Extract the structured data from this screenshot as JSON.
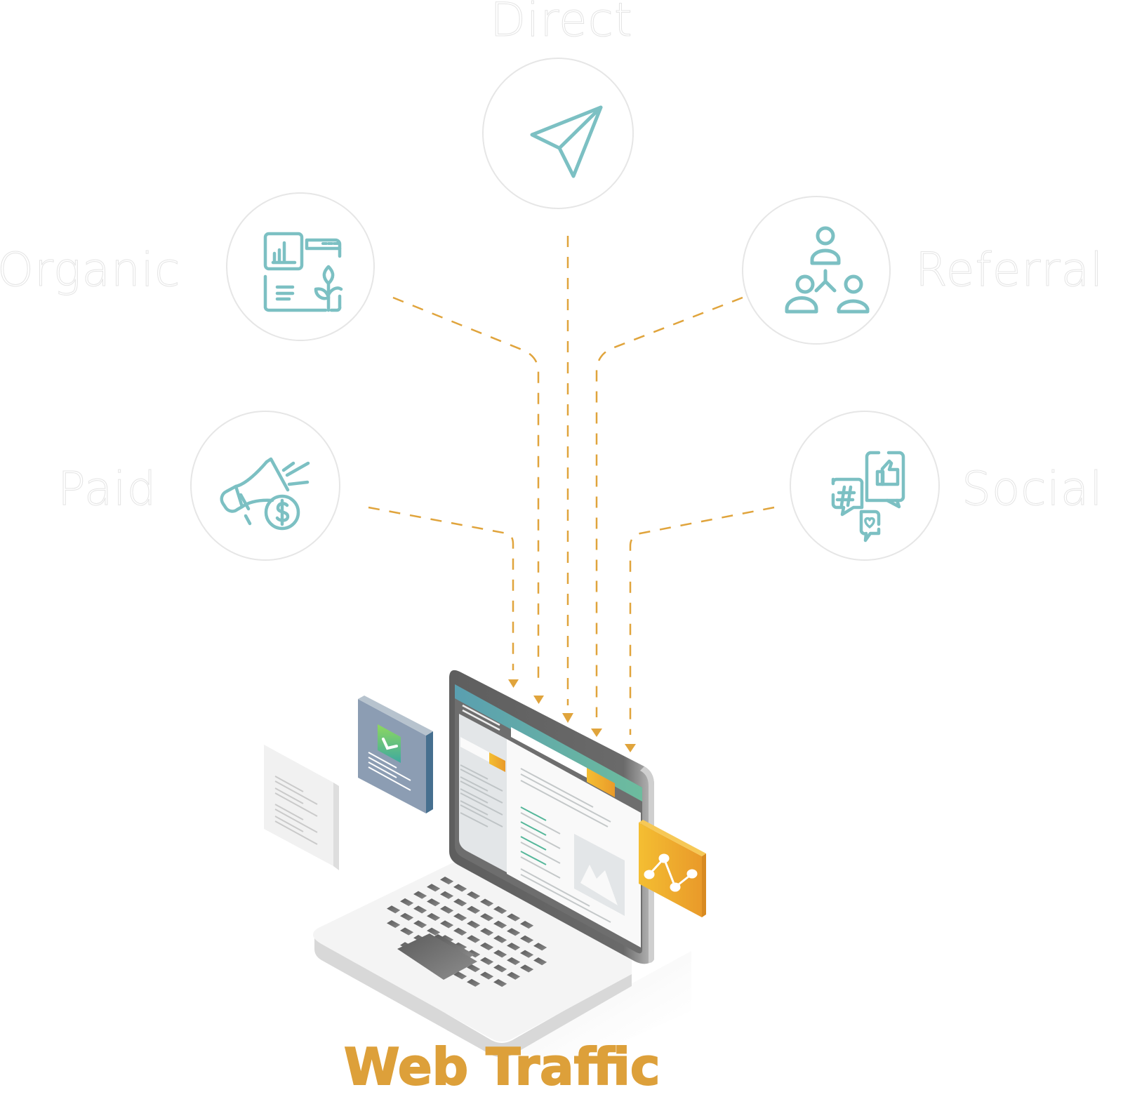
{
  "title": "Web Traffic",
  "sources": [
    {
      "id": "direct",
      "label": "Direct",
      "icon": "paper-plane-icon"
    },
    {
      "id": "organic",
      "label": "Organic",
      "icon": "seo-growth-icon"
    },
    {
      "id": "referral",
      "label": "Referral",
      "icon": "referral-network-icon"
    },
    {
      "id": "paid",
      "label": "Paid",
      "icon": "megaphone-dollar-icon"
    },
    {
      "id": "social",
      "label": "Social",
      "icon": "social-bubbles-icon"
    }
  ],
  "colors": {
    "accent": "#DDA03A",
    "icon": "#7CC0C3",
    "circle_border": "#E6E6E6",
    "label_outline": "#E4E4E4",
    "flow_line": "#E0A43C",
    "screen_header": "#5FA8B0",
    "card_blue": "#8C9DB3",
    "card_orange": "#F0A830"
  }
}
